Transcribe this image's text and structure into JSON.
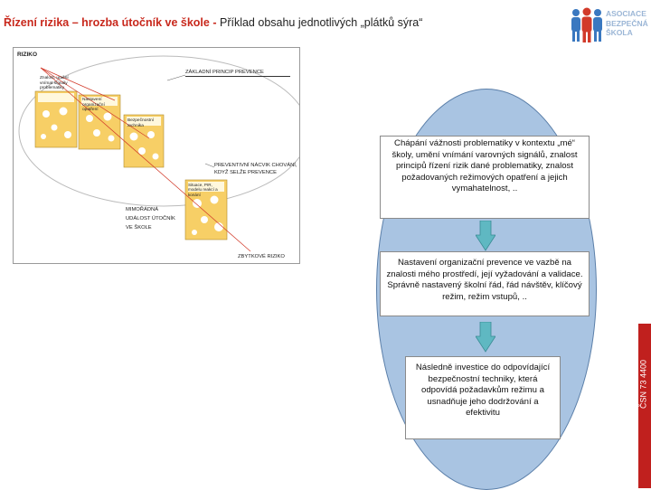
{
  "header": {
    "title_part1": "Řízení rizika – hrozba útočník ve škole -",
    "title_part2": "Příklad obsahu jednotlivých „plátků sýra“"
  },
  "logo": {
    "line1": "ASOCIACE",
    "line2": "BEZPEČNÁ",
    "line3": "ŠKOLA"
  },
  "side_label": "ČSN 73 4400",
  "diagram": {
    "riziko": "RIZIKO",
    "card1": "Znalost, umění vnímat signály problematiky",
    "card2": "Nastavení organizační opatření",
    "card3": "Bezpečnostní technika",
    "card4": "Situace, PIR, modelu reakcí a konání",
    "zakladni": "ZÁKLADNÍ PRINCIP PREVENCE",
    "preventivni": "PREVENTIVNÍ NÁCVIK CHOVÁNÍ, KDYŽ SELŽE PREVENCE",
    "mimoradna": "MIMOŘÁDNÁ UDÁLOST ÚTOČNÍK VE ŠKOLE",
    "zbytkove": "ZBYTKOVÉ RIZIKO"
  },
  "boxes": {
    "box1": "Chápání vážnosti problematiky v kontextu „mé“ školy, umění vnímání varovných signálů, znalost principů řízení rizik dané problematiky, znalost požadovaných režimových opatření a jejich vymahatelnost, ..",
    "box2": "Nastavení organizační prevence ve vazbě na znalosti mého prostředí, její vyžadování a validace. Správně nastavený školní řád, řád návštěv, klíčový režim, režim vstupů, ..",
    "box3": "Následně investice do odpovídající bezpečnostní techniky, která odpovídá požadavkům režimu a usnadňuje jeho dodržování a efektivitu"
  },
  "colors": {
    "title_red": "#c8281c",
    "oval_fill": "#a9c4e2",
    "arrow_fill": "#5fb8c2",
    "side_bar": "#c0201e",
    "card_fill": "#f7cf66"
  }
}
